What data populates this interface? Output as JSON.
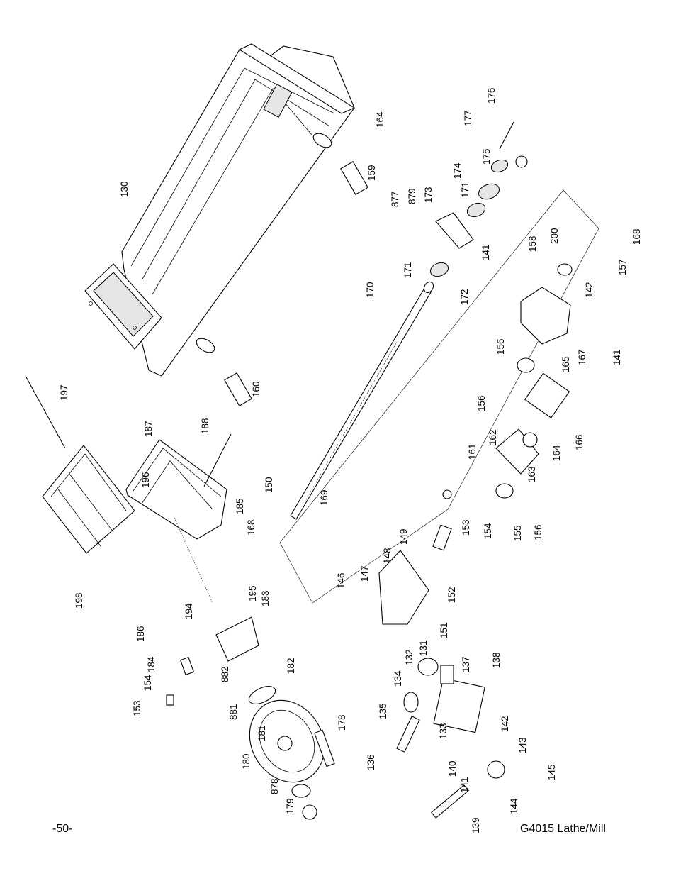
{
  "footer": {
    "page_number": "-50-",
    "manual_title": "G4015 Lathe/Mill"
  },
  "callouts": {
    "p130": "130",
    "p131": "131",
    "p132": "132",
    "p133": "133",
    "p134": "134",
    "p135": "135",
    "p136": "136",
    "p137": "137",
    "p138": "138",
    "p139": "139",
    "p140": "140",
    "p141a": "141",
    "p141b": "141",
    "p141c": "141",
    "p142a": "142",
    "p142b": "142",
    "p143": "143",
    "p144": "144",
    "p145": "145",
    "p146": "146",
    "p147": "147",
    "p148": "148",
    "p149": "149",
    "p150": "150",
    "p151": "151",
    "p152": "152",
    "p153a": "153",
    "p153b": "153",
    "p154a": "154",
    "p154b": "154",
    "p155": "155",
    "p156a": "156",
    "p156b": "156",
    "p156c": "156",
    "p157": "157",
    "p158": "158",
    "p159": "159",
    "p160": "160",
    "p161": "161",
    "p162": "162",
    "p163": "163",
    "p164a": "164",
    "p164b": "164",
    "p165": "165",
    "p166": "166",
    "p167": "167",
    "p168a": "168",
    "p168b": "168",
    "p169": "169",
    "p170": "170",
    "p171a": "171",
    "p171b": "171",
    "p172": "172",
    "p173": "173",
    "p174": "174",
    "p175": "175",
    "p176": "176",
    "p177": "177",
    "p178": "178",
    "p179": "179",
    "p180": "180",
    "p181": "181",
    "p182": "182",
    "p183": "183",
    "p184": "184",
    "p185": "185",
    "p186": "186",
    "p187": "187",
    "p188": "188",
    "p194": "194",
    "p195": "195",
    "p196": "196",
    "p197": "197",
    "p198": "198",
    "p200": "200",
    "p877": "877",
    "p878": "878",
    "p879": "879",
    "p881": "881",
    "p882": "882"
  }
}
